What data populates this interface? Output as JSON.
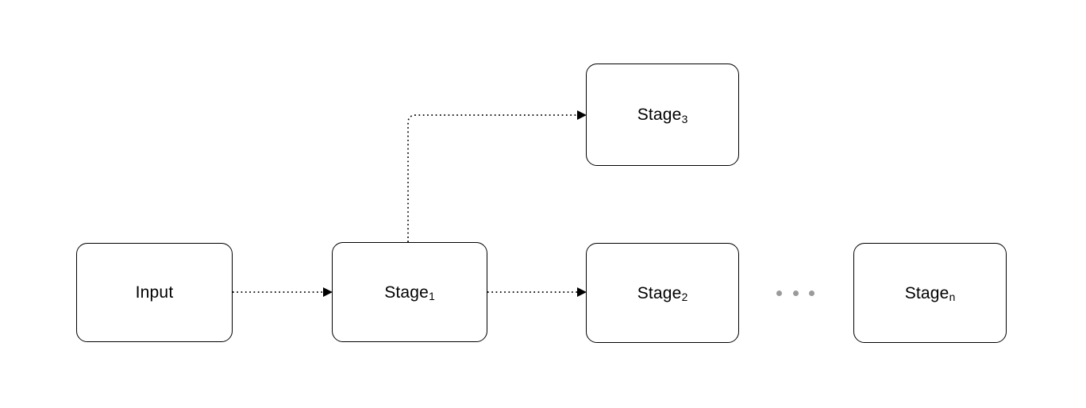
{
  "diagram": {
    "title": "Multi-stage pipeline flow diagram",
    "background_color": "#ffffff",
    "stroke_color": "#000000",
    "ellipsis_color": "#9a9a9a",
    "nodes": [
      {
        "id": "input",
        "label": "Input",
        "label_base": "Input",
        "label_sub": ""
      },
      {
        "id": "stage1",
        "label": "Stage1",
        "label_base": "Stage",
        "label_sub": "1"
      },
      {
        "id": "stage2",
        "label": "Stage2",
        "label_base": "Stage",
        "label_sub": "2"
      },
      {
        "id": "stage3",
        "label": "Stage3",
        "label_base": "Stage",
        "label_sub": "3"
      },
      {
        "id": "stagen",
        "label": "Stagen",
        "label_base": "Stage",
        "label_sub": "n"
      }
    ],
    "edges": [
      {
        "id": "input-to-stage1",
        "from": "input",
        "to": "stage1",
        "style": "dotted",
        "arrow": "end"
      },
      {
        "id": "stage1-to-stage2",
        "from": "stage1",
        "to": "stage2",
        "style": "dotted",
        "arrow": "end"
      },
      {
        "id": "stage1-to-stage3",
        "from": "stage1",
        "to": "stage3",
        "style": "dotted",
        "arrow": "end"
      }
    ],
    "ellipsis": {
      "id": "ellipsis",
      "dots": 3,
      "meaning": "continuation between Stage2 and Stagen"
    }
  }
}
